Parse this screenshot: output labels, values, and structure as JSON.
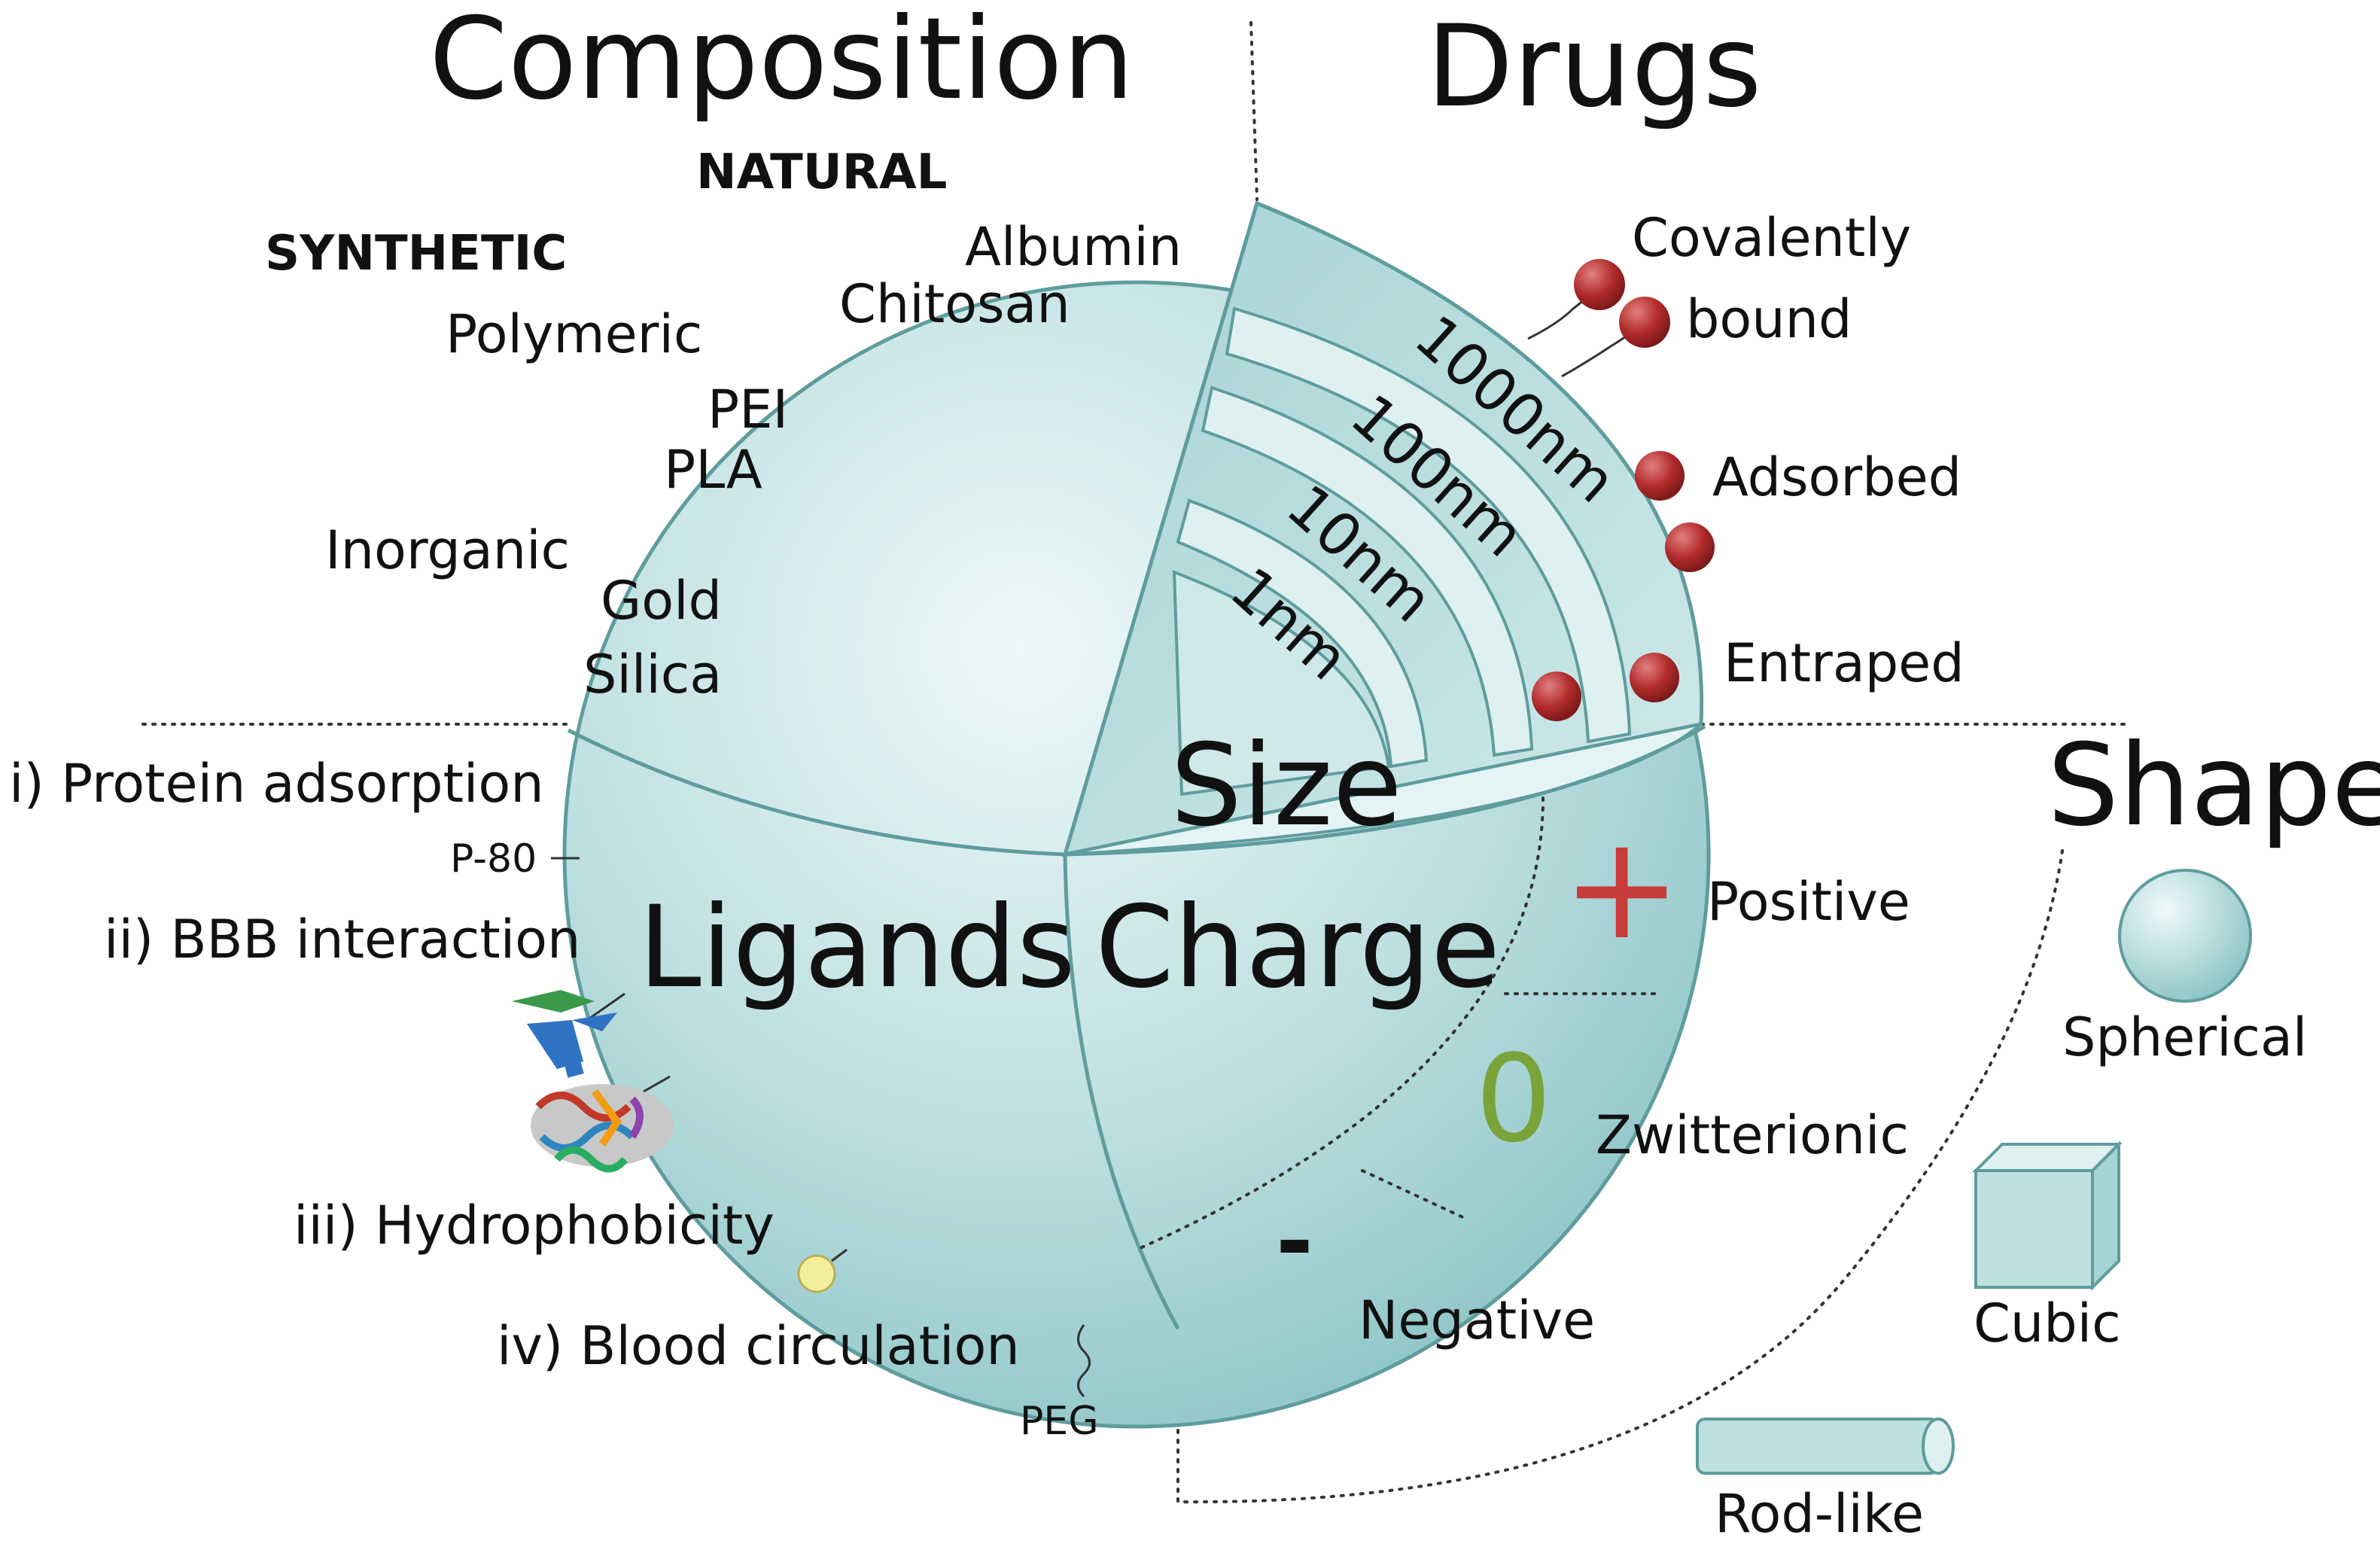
{
  "headings": {
    "composition": "Composition",
    "drugs": "Drugs",
    "shape": "Shape",
    "size": "Size",
    "ligands": "Ligands",
    "charge": "Charge"
  },
  "composition": {
    "natural_label": "NATURAL",
    "synthetic_label": "SYNTHETIC",
    "natural_items": [
      "Albumin",
      "Chitosan"
    ],
    "polymeric_label": "Polymeric",
    "polymeric_items": [
      "PEI",
      "PLA"
    ],
    "inorganic_label": "Inorganic",
    "inorganic_items": [
      "Gold",
      "Silica"
    ]
  },
  "drugs": {
    "covalently": "Covalently",
    "bound": "bound",
    "adsorbed": "Adsorbed",
    "entraped": "Entraped"
  },
  "size": {
    "shells": [
      "1nm",
      "10nm",
      "100nm",
      "1000nm"
    ]
  },
  "ligands": {
    "protein_adsorption": "i) Protein adsorption",
    "p80": "P-80",
    "bbb": "ii) BBB interaction",
    "hydrophobicity": "iii) Hydrophobicity",
    "blood_circulation": "iv) Blood circulation",
    "peg": "PEG"
  },
  "charge": {
    "positive_symbol": "+",
    "zero_symbol": "0",
    "negative_symbol": "-",
    "positive": "Positive",
    "zwitterionic": "Zwitterionic",
    "negative": "Negative"
  },
  "shape": {
    "spherical": "Spherical",
    "cubic": "Cubic",
    "rod": "Rod-like"
  },
  "colors": {
    "sphere_light": "#e6f4f4",
    "sphere_dark": "#8fc7c9",
    "outline": "#5f9c9e",
    "drug_bead": "#b22b2b",
    "plus": "#c93a3a",
    "zero": "#7aa33a",
    "yellow_ligand": "#f2ee9a"
  }
}
